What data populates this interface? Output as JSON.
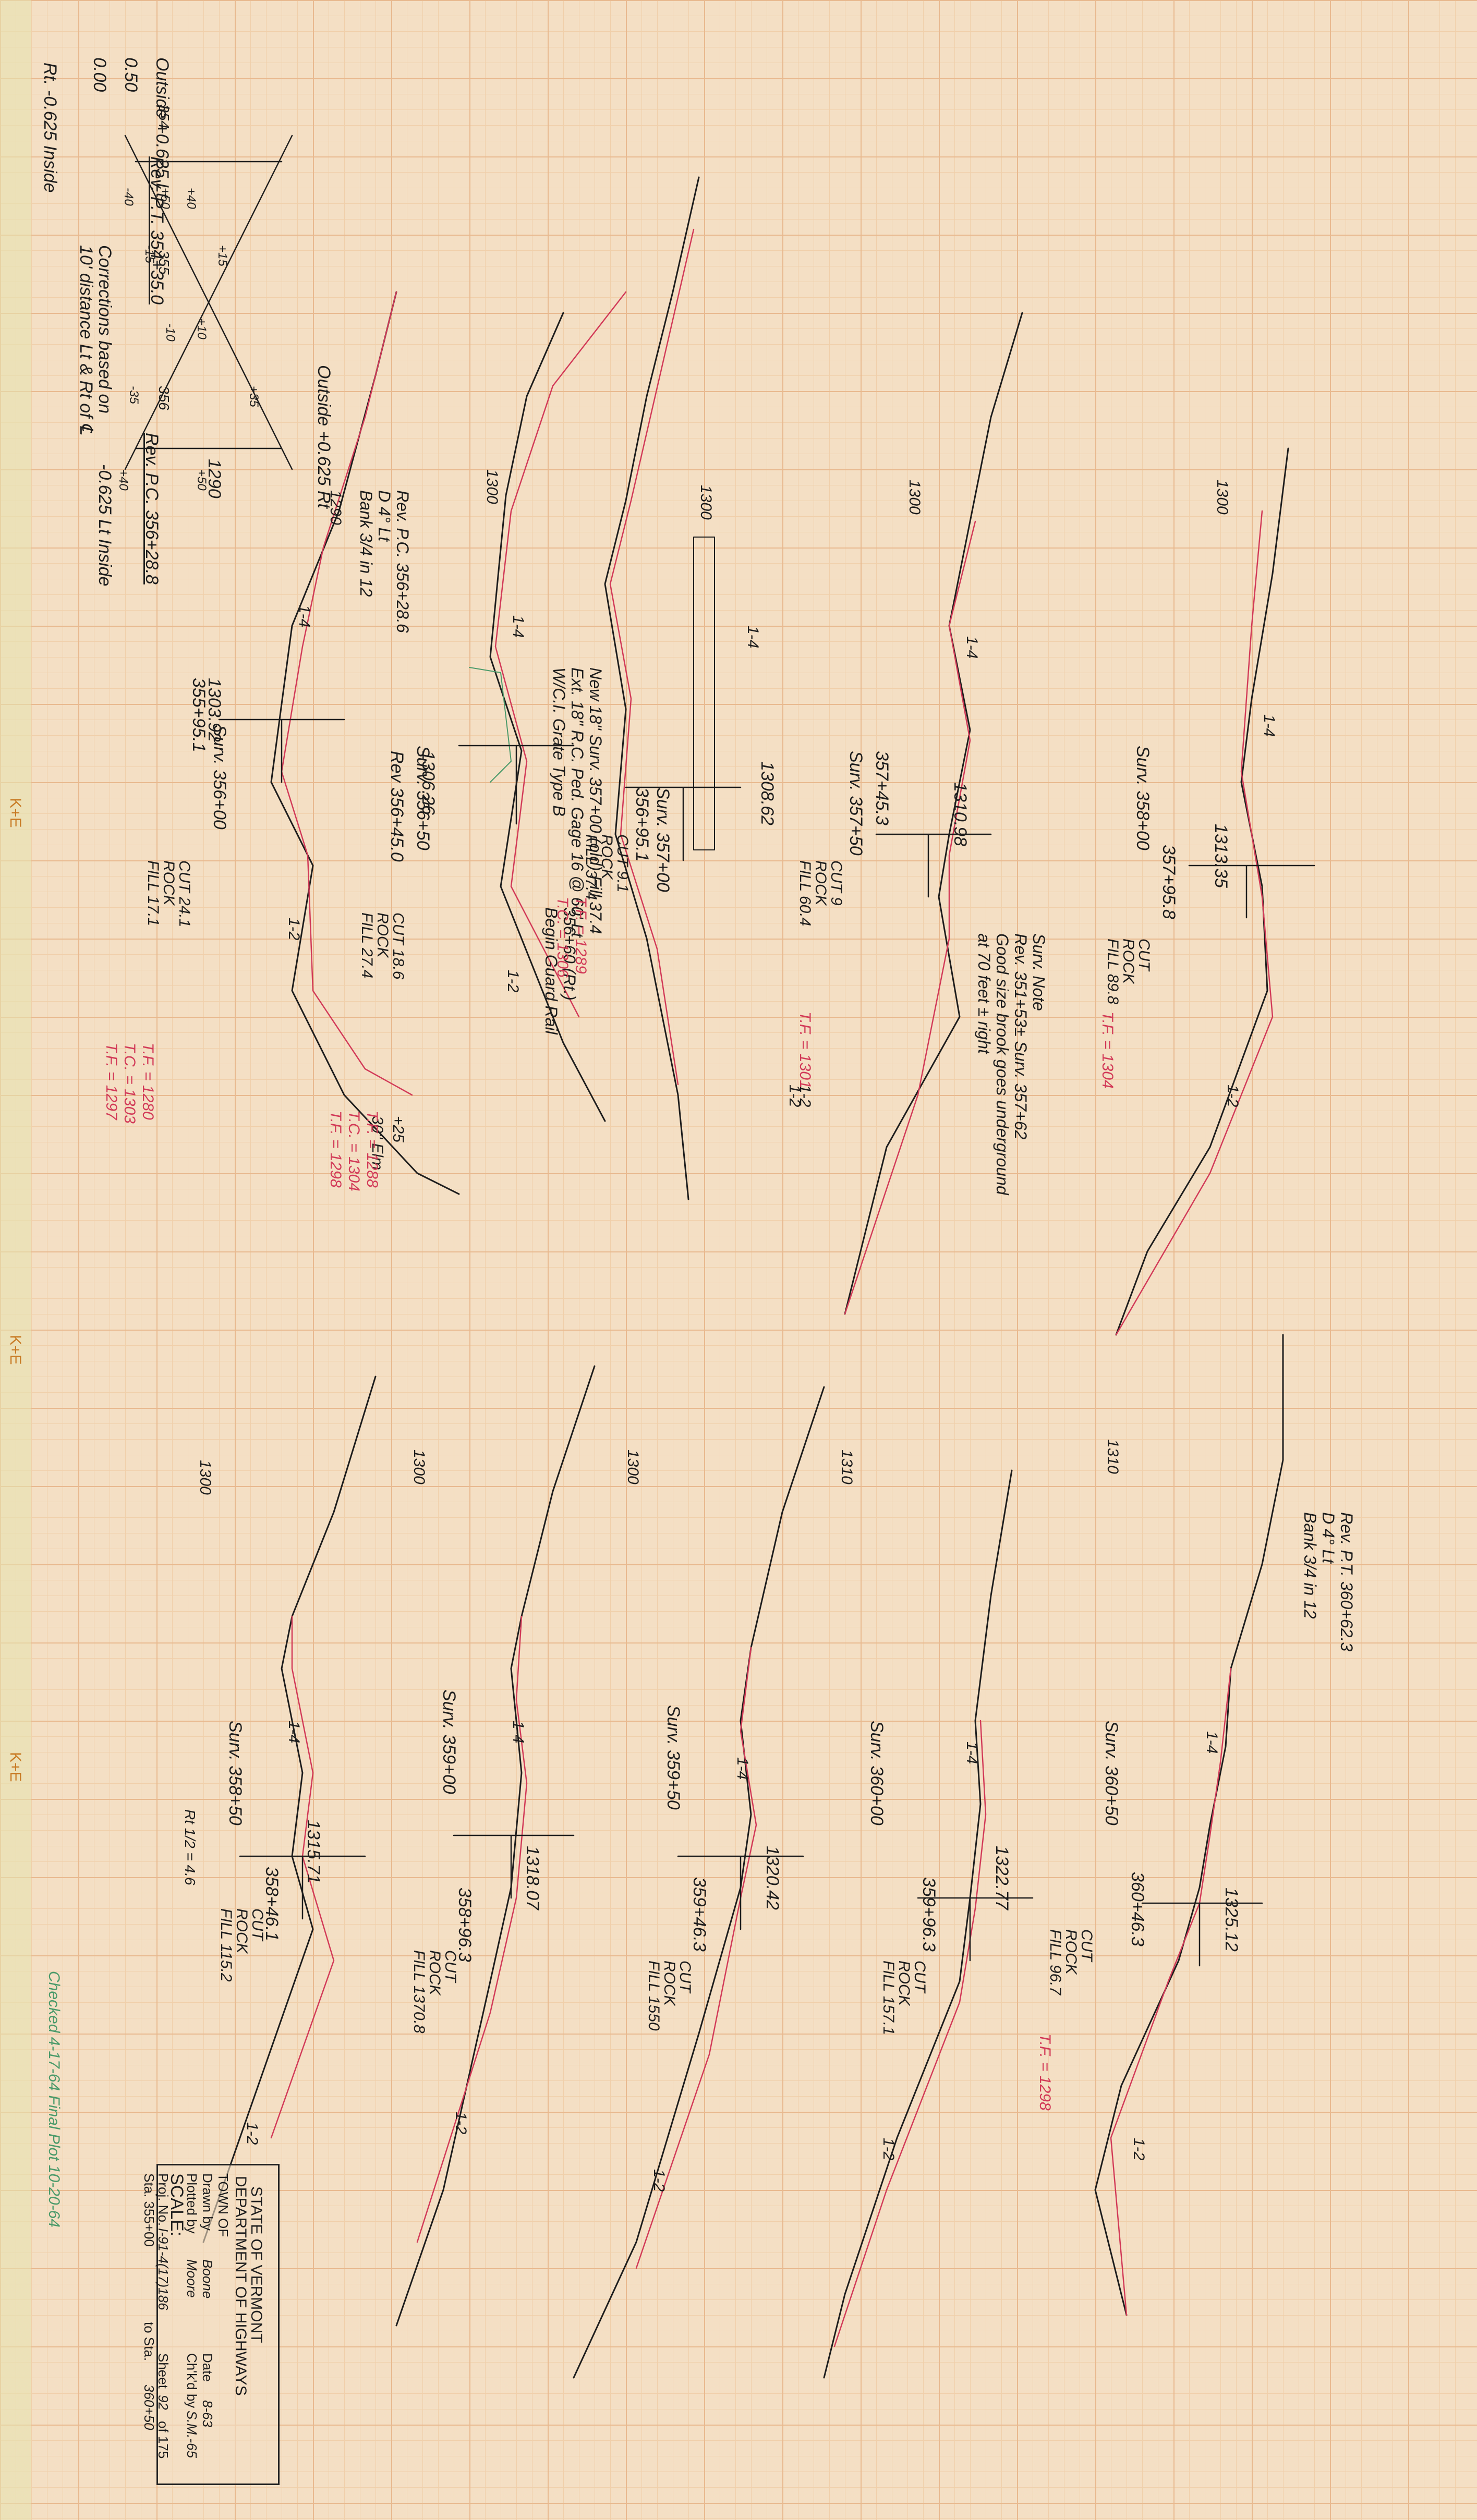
{
  "title_block": {
    "state": "STATE OF VERMONT",
    "department": "DEPARTMENT OF HIGHWAYS",
    "town_prefix": "TOWN OF",
    "drawn_by": "Drawn by",
    "drawn_by_value": "Boone",
    "date_label": "Date",
    "date_value": "8-63",
    "plotted_by": "Plotted by",
    "plotted_value": "Moore",
    "checked_by": "Ch'k'd by",
    "checked_value": "S.M.-65",
    "scale_label": "SCALE:",
    "project_label": "Proj. No.",
    "project_value": "I-91-4(17)186",
    "sheet_label": "Sheet",
    "sheet_value": "92",
    "sheet_of": "of 175",
    "stations_from": "Sta. 355+00",
    "stations_to_label": "to Sta.",
    "stations_to": "360+50"
  },
  "superelevation_diagram": {
    "outside_top": "Outside +0.625 Lt",
    "outside_mid": "Outside +0.625 Rt",
    "inside_top": "Rt. -0.625 Inside",
    "inside_bottom": "-0.625 Lt Inside",
    "zero": "0.00",
    "half": "0.50",
    "rev_pt": "Rev. P.T. 354+35.0",
    "rev_pc": "Rev. P.C. 356+28.8",
    "sta_354": "354",
    "sta_355": "355",
    "sta_356": "356",
    "corrections_1": "Corrections based on",
    "corrections_2": "10' distance Lt & Rt of ℄",
    "elev_1290": "1290",
    "vals": [
      "+40",
      "+50",
      "+15",
      "+10",
      "-40",
      "-15",
      "-10",
      "+35",
      "-35",
      "+40",
      "+50"
    ]
  },
  "sections": [
    {
      "sta": "Surv. 356+00",
      "rev": "355+95.1",
      "elev": "1303.92",
      "cut": "CUT 24.1",
      "rock": "ROCK",
      "fill": "FILL 17.1",
      "slope_a": "1-4",
      "slope_b": "1-2",
      "grid": "1290"
    },
    {
      "sta": "Surv. 356+50",
      "rev": "Rev 356+45.0",
      "elev": "1306.26",
      "cut": "CUT 18.6",
      "rock": "ROCK",
      "fill": "FILL 27.4",
      "slope_a": "1-4",
      "slope_b": "1-2",
      "grid": "1300"
    },
    {
      "sta": "Surv. 357+00",
      "rev": "356+95.1",
      "elev": "1308.62",
      "cut": "CUT 9.1",
      "rock": "ROCK",
      "fill": "FILL 37.4",
      "slope_a": "1-4",
      "slope_b": "1-2",
      "grid": "1300"
    },
    {
      "sta": "Surv. 357+50",
      "rev": "357+45.3",
      "elev": "1310.98",
      "cut": "CUT 9",
      "rock": "ROCK",
      "fill": "FILL 60.4",
      "slope_a": "1-4",
      "slope_b": "1-2",
      "grid": "1300"
    },
    {
      "sta": "Surv. 358+00",
      "rev": "357+95.8",
      "elev": "1313.35",
      "cut": "CUT",
      "rock": "ROCK",
      "fill": "FILL 89.8",
      "slope_a": "1-4",
      "slope_b": "1-2",
      "grid": "1300"
    },
    {
      "sta": "Surv. 358+50",
      "rev": "358+46.1",
      "elev": "1315.71",
      "cut": "CUT",
      "rock": "ROCK",
      "fill": "FILL 115.2",
      "slope_a": "1-4",
      "slope_b": "1-2",
      "grid": "1300"
    },
    {
      "sta": "Surv. 359+00",
      "rev": "358+96.3",
      "elev": "1318.07",
      "cut": "CUT",
      "rock": "ROCK",
      "fill": "FILL 1370.8",
      "slope_a": "1-4",
      "slope_b": "1-2",
      "grid": "1300"
    },
    {
      "sta": "Surv. 359+50",
      "rev": "359+46.3",
      "elev": "1320.42",
      "cut": "CUT",
      "rock": "ROCK",
      "fill": "FILL 1550",
      "slope_a": "1-4",
      "slope_b": "1-2",
      "grid": "1300"
    },
    {
      "sta": "Surv. 360+00",
      "rev": "359+96.3",
      "elev": "1322.77",
      "cut": "CUT",
      "rock": "ROCK",
      "fill": "FILL 157.1",
      "slope_a": "1-4",
      "slope_b": "1-2",
      "grid": "1310"
    },
    {
      "sta": "Surv. 360+50",
      "rev": "360+46.3",
      "elev": "1325.12",
      "cut": "CUT",
      "rock": "ROCK",
      "fill": "FILL 96.7",
      "slope_a": "1-4",
      "slope_b": "1-2",
      "grid": "1310"
    }
  ],
  "notes": {
    "rev_pc_top": "Rev. P.C. 356+28.6",
    "rev_pc_top_2": "D 4° Lt",
    "rev_pc_top_3": "Bank 3/4 in 12",
    "new_culvert_1": "New 18\" Surv. 357+00 (old) Fill 37.4",
    "new_culvert_2": "Ext. 18\" R.C. Ped. Gage 16 @ 60' Lt",
    "new_culvert_3": "W/C.I. Grate Type B",
    "guard_rail": "356+60 (Rt.)",
    "guard_rail_2": "Begin Guard Rail",
    "surv_note_1": "Surv. Note",
    "surv_note_2": "Rev. 351+53± Surv. 357+62",
    "surv_note_3": "Good size brook goes underground",
    "surv_note_4": "at 70 feet ± right",
    "rev_pt_bottom": "Rev. P.T. 360+62.3",
    "rev_pt_bottom_2": "D 4° Lt",
    "rev_pt_bottom_3": "Bank 3/4 in 12",
    "elm": "30\" Elm",
    "elm_dist": "+25",
    "rt_note": "Rt 1/2 = 4.6",
    "tf_labels": [
      "T.F. = 1280",
      "T.C. = 1303",
      "T.F. = 1297",
      "T.F. = 1288",
      "T.C. = 1304",
      "T.F. = 1298",
      "T.F. = 1289",
      "T.C. = 1306",
      "T.F. = 1301",
      "T.F. = 1304",
      "T.F. = 1298"
    ],
    "vertical_margin": "Checked 4-17-64 Final Plot 10-20-64"
  },
  "keuffel_marks": [
    "K+E",
    "K+E",
    "K+E"
  ],
  "colors": {
    "paper": "#f4dfc4",
    "grid_major": "#e8b98f",
    "grid_minor": "#f0cfaa",
    "ink": "#1d1d1d",
    "red": "#d23a58",
    "green": "#4a9a6a"
  }
}
